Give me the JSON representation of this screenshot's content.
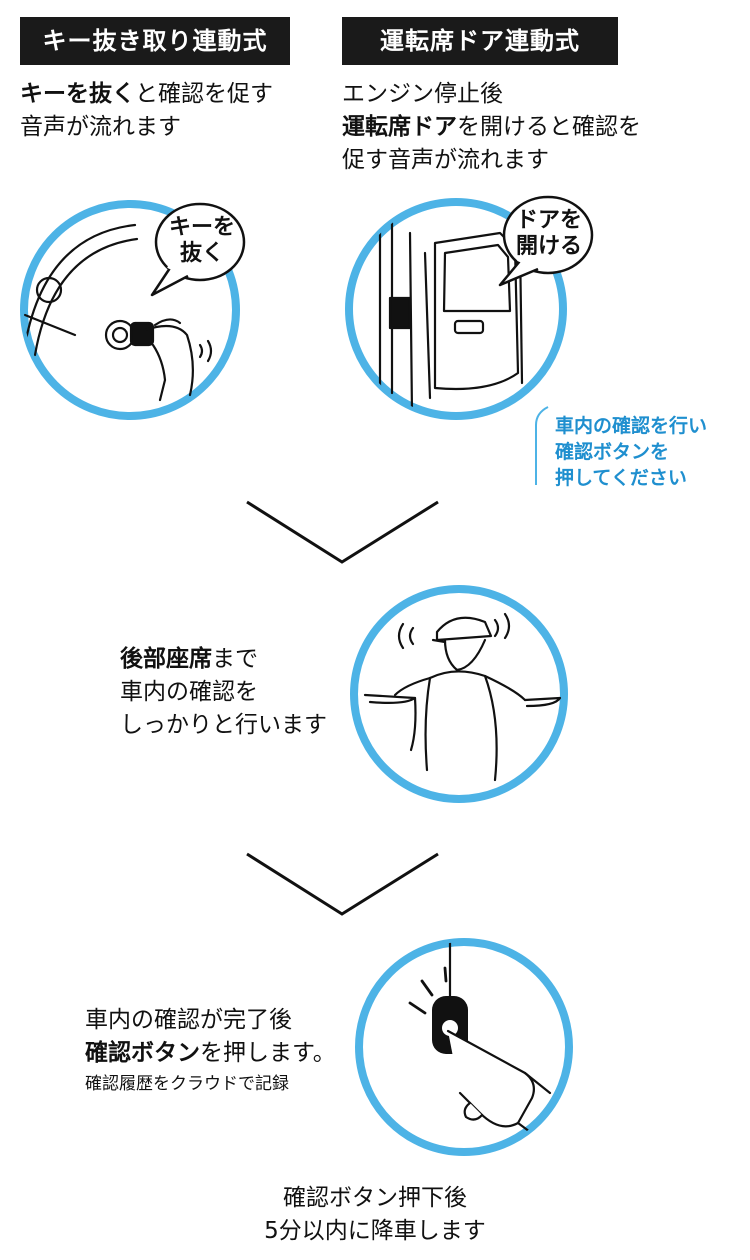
{
  "colors": {
    "circle": "#4db3e6",
    "note": "#1f8fcf",
    "tag_bg": "#1a1a1a"
  },
  "left_column": {
    "tag": "キー抜き取り連動式",
    "desc": {
      "bold": "キーを抜く",
      "rest": "と確認を促す",
      "line2": "音声が流れます"
    },
    "bubble": [
      "キーを",
      "抜く"
    ],
    "illustration": "key-removal-icon"
  },
  "right_column": {
    "tag": "運転席ドア連動式",
    "desc": {
      "line1": "エンジン停止後",
      "bold": "運転席ドア",
      "rest": "を開けると確認を",
      "line3": "促す音声が流れます"
    },
    "bubble": [
      "ドアを",
      "開ける"
    ],
    "illustration": "open-door-icon",
    "note": [
      "車内の確認を行い",
      "確認ボタンを",
      "押してください"
    ]
  },
  "step2": {
    "bold": "後部座席",
    "rest": "まで",
    "line2": "車内の確認を",
    "line3": "しっかりと行います",
    "illustration": "driver-checking-icon"
  },
  "step3": {
    "line1": "車内の確認が完了後",
    "bold": "確認ボタン",
    "rest": "を押します。",
    "small": "確認履歴をクラウドで記録",
    "illustration": "button-press-icon"
  },
  "final": {
    "line1": "確認ボタン押下後",
    "line2": "5分以内に降車します"
  }
}
